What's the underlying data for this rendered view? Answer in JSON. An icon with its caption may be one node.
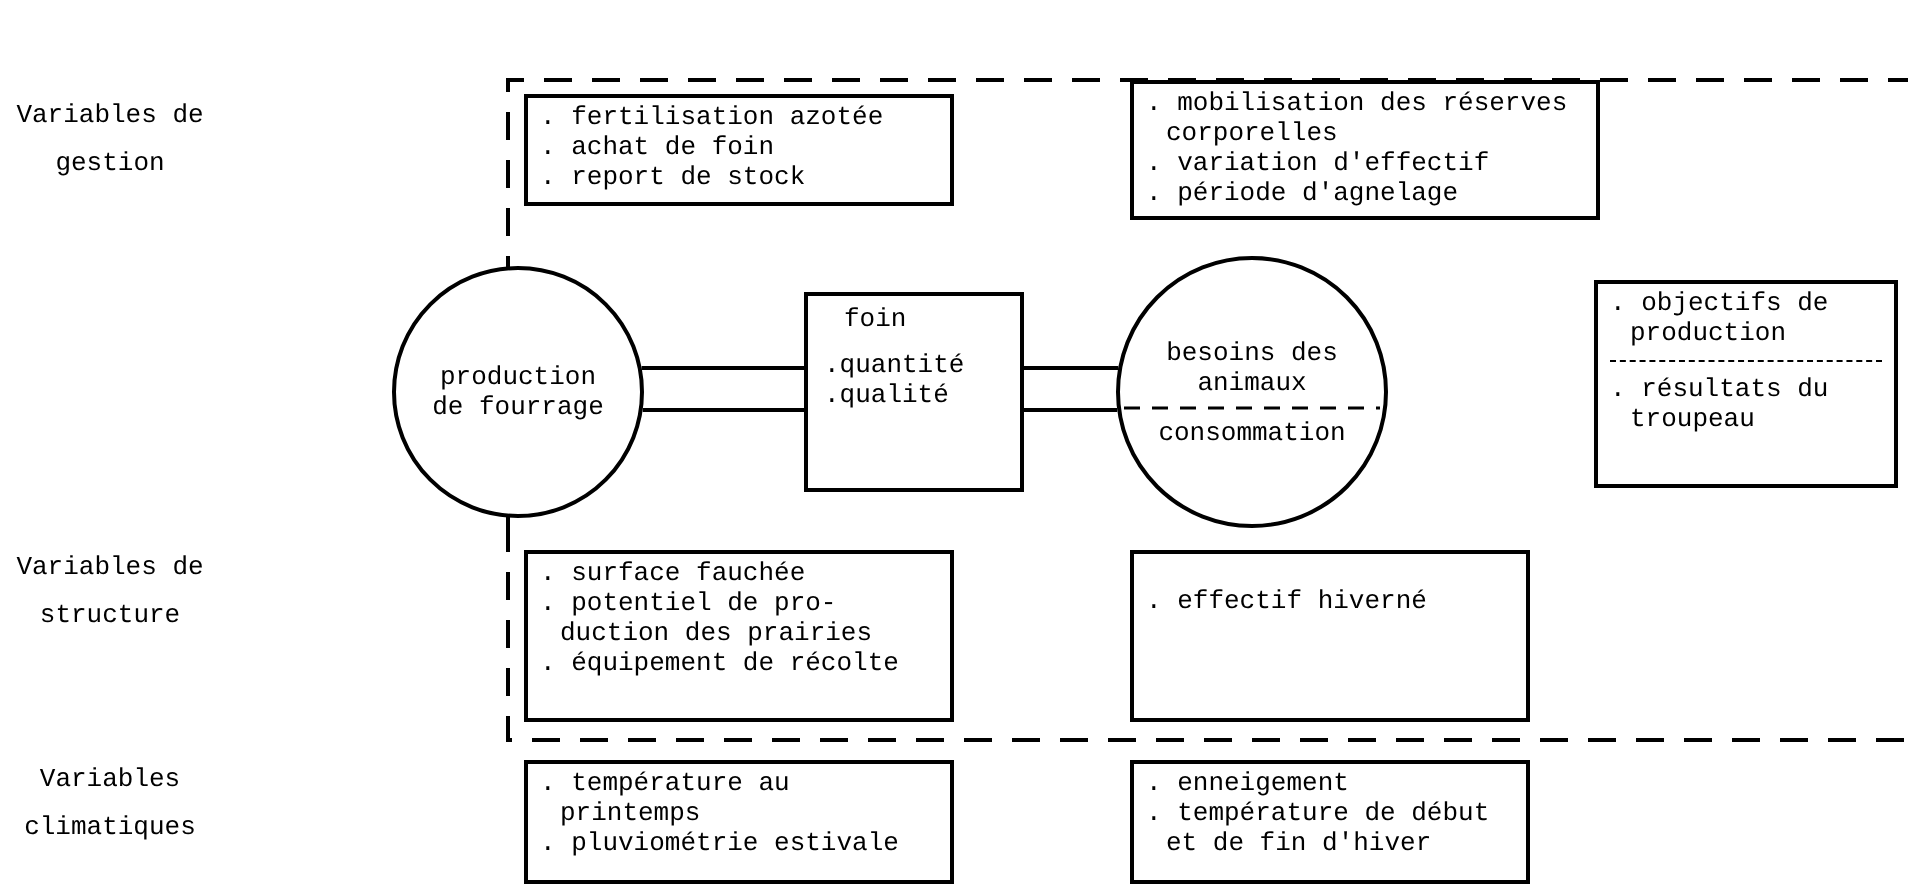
{
  "diagram": {
    "nodes": [
      {
        "text": [
          ". fertilisation azotée",
          ". achat de foin",
          ". report de stock"
        ]
      },
      {
        "text": [
          ". mobilisation des réserves corporelles",
          ". variation d'effectif",
          ". période d'agnelage"
        ]
      },
      {
        "text": [
          "production de fourrage"
        ]
      },
      {
        "text": [
          "foin",
          ".quantité",
          ".qualité"
        ]
      },
      {
        "text": [
          "besoins des animaux",
          "consommation"
        ]
      },
      {
        "text": [
          ". objectifs de production",
          ". résultats du troupeau"
        ]
      },
      {
        "text": [
          ". surface fauchée",
          ". potentiel de pro- duction des prairies",
          ". équipement de récolte"
        ]
      },
      {
        "text": [
          ". effectif hiverné"
        ]
      },
      {
        "text": [
          ". température au printemps",
          ". pluviométrie estivale"
        ]
      },
      {
        "text": [
          ". enneigement",
          ". température de début et de fin d'hiver"
        ]
      }
    ],
    "edges": [
      {
        "from": 2,
        "to": 3,
        "arrow": "none"
      },
      {
        "from": 2,
        "to": 3,
        "arrow": "none"
      },
      {
        "from": 3,
        "to": 4,
        "arrow": "none"
      },
      {
        "from": 3,
        "to": 4,
        "arrow": "none"
      }
    ],
    "labels": [
      "Variables de gestion",
      "Variables de structure",
      "Variables climatiques"
    ]
  }
}
